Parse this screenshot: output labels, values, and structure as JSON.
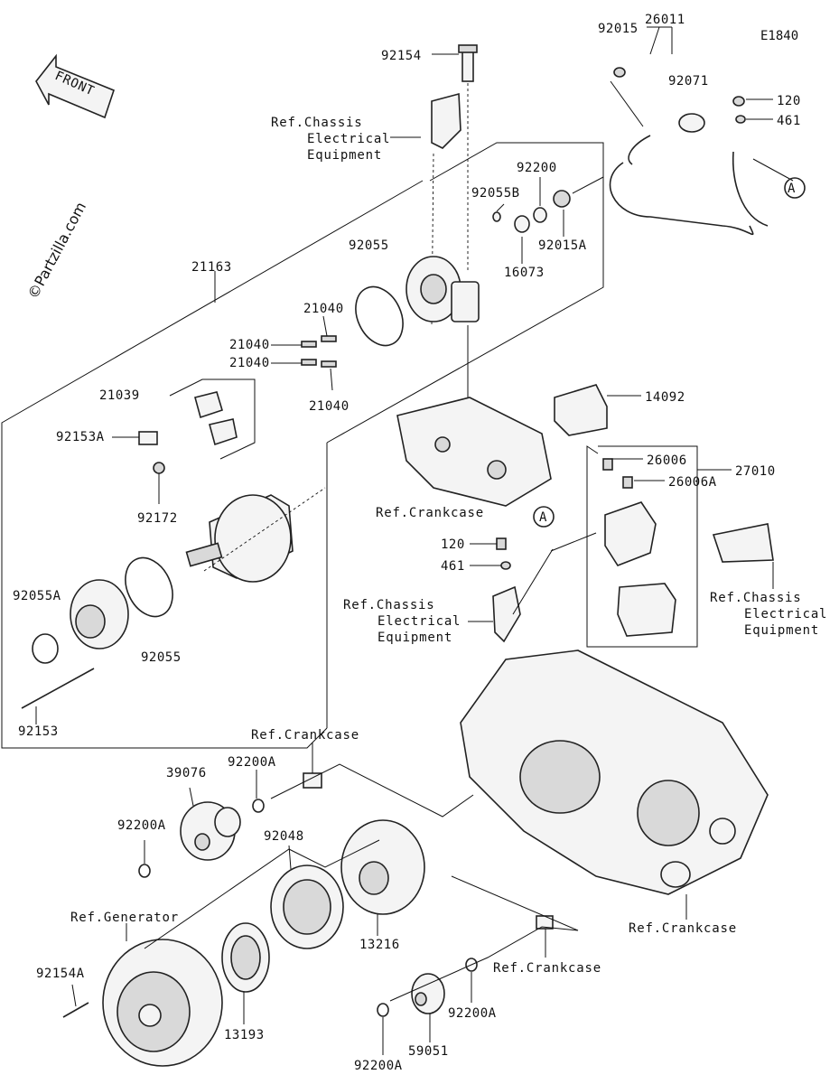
{
  "diagram_code": "E1840",
  "copyright": "©Partzilla.com",
  "front_label": "FRONT",
  "callouts": {
    "a_main": "A",
    "a_relay": "A"
  },
  "parts": {
    "p92154": "92154",
    "p92015": "92015",
    "p26011": "26011",
    "p92071": "92071",
    "p120_top": "120",
    "p461_top": "461",
    "p92200": "92200",
    "p92055B": "92055B",
    "p16073": "16073",
    "p92015A": "92015A",
    "p21163": "21163",
    "p92055_top": "92055",
    "p21040_a": "21040",
    "p21040_b": "21040",
    "p21040_c": "21040",
    "p21040_d": "21040",
    "p21039": "21039",
    "p92153A": "92153A",
    "p92172": "92172",
    "p92055A": "92055A",
    "p92055_mid": "92055",
    "p92153": "92153",
    "p14092": "14092",
    "p26006": "26006",
    "p26006A": "26006A",
    "p27010": "27010",
    "p120_mid": "120",
    "p461_mid": "461",
    "p39076": "39076",
    "p92200A_a": "92200A",
    "p92200A_b": "92200A",
    "p92048": "92048",
    "p92154A": "92154A",
    "p13193": "13193",
    "p13216": "13216",
    "p92200A_c": "92200A",
    "p92200A_d": "92200A",
    "p59051": "59051"
  },
  "refs": {
    "chassis_top": [
      "Ref.Chassis",
      "Electrical",
      "Equipment"
    ],
    "crankcase_mid": "Ref.Crankcase",
    "chassis_mid": [
      "Ref.Chassis",
      "Electrical",
      "Equipment"
    ],
    "chassis_right": [
      "Ref.Chassis",
      "Electrical",
      "Equipment"
    ],
    "crankcase_top_gear": "Ref.Crankcase",
    "generator": "Ref.Generator",
    "crankcase_right": "Ref.Crankcase",
    "crankcase_bottom": "Ref.Crankcase"
  }
}
